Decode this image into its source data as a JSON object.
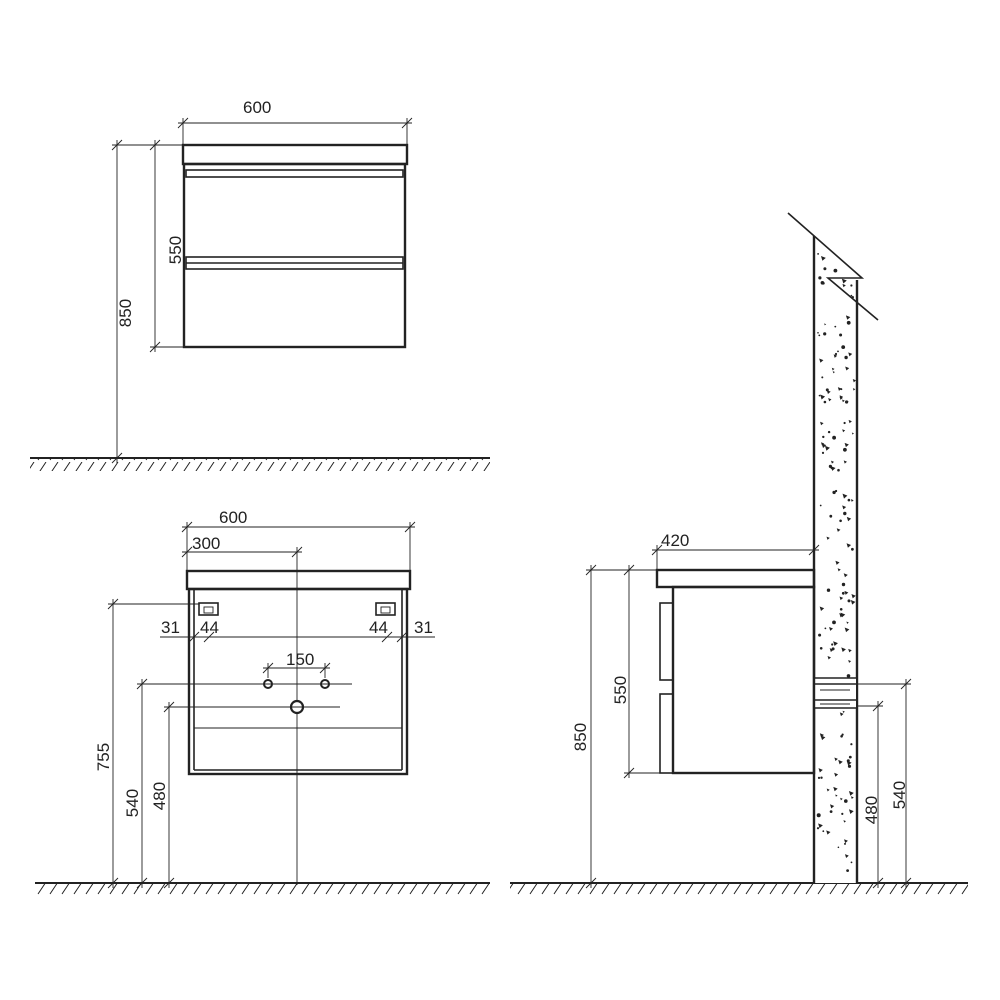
{
  "front_view": {
    "width": "600",
    "front_height": "550",
    "total_height": "850"
  },
  "rear_view": {
    "width": "600",
    "half_width": "300",
    "edge_left": "31",
    "inset_left": "44",
    "inset_right": "44",
    "edge_right": "31",
    "tap_spacing": "150",
    "mount_height": "755",
    "tap_height": "540",
    "drain_height": "480"
  },
  "side_view": {
    "depth": "420",
    "front_height": "550",
    "total_height": "850",
    "drain_height": "480",
    "tap_height": "540"
  }
}
